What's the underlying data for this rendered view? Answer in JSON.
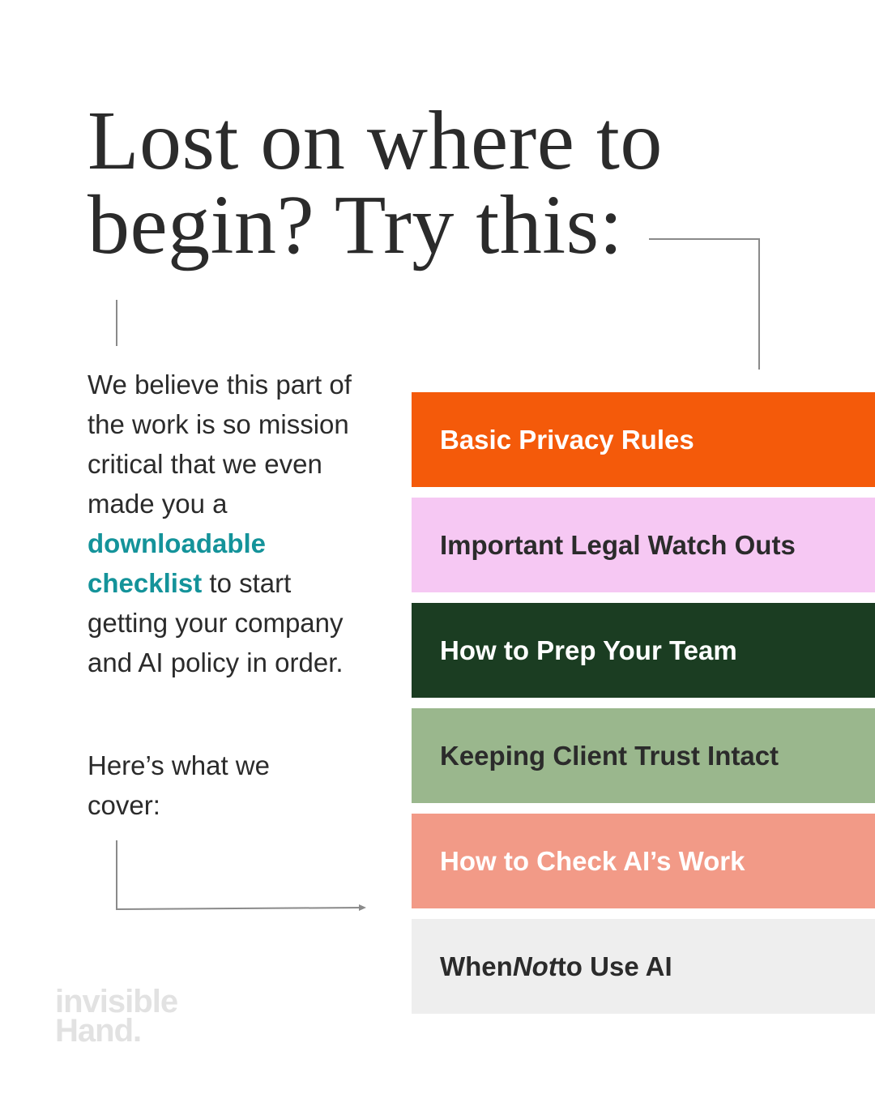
{
  "headline": {
    "line1": "Lost on where to",
    "line2": "begin? Try this:"
  },
  "intro": {
    "before": "We believe this part of the work is so mission critical that we even made you a ",
    "link": "downloadable checklist",
    "after": " to start getting your company and AI policy in order."
  },
  "cover_text": "Here’s what we cover:",
  "items": [
    {
      "before": "Basic Privacy Rules",
      "emphasis": "",
      "after": "",
      "bg": "#f45a0a",
      "fg": "#ffffff"
    },
    {
      "before": "Important Legal Watch Outs",
      "emphasis": "",
      "after": "",
      "bg": "#f6c8f3",
      "fg": "#2b2b2b"
    },
    {
      "before": "How to Prep Your Team",
      "emphasis": "",
      "after": "",
      "bg": "#1b3d22",
      "fg": "#ffffff"
    },
    {
      "before": "Keeping Client Trust Intact",
      "emphasis": "",
      "after": "",
      "bg": "#9ab78d",
      "fg": "#2b2b2b"
    },
    {
      "before": "How to Check AI’s Work",
      "emphasis": "",
      "after": "",
      "bg": "#f29a87",
      "fg": "#ffffff"
    },
    {
      "before": "When ",
      "emphasis": "Not",
      "after": " to Use AI",
      "bg": "#eeeeee",
      "fg": "#2b2b2b"
    }
  ],
  "logo": {
    "line1": "invisible",
    "line2": "Hand."
  },
  "colors": {
    "link": "#14939a",
    "connector": "#8a8a8a"
  }
}
